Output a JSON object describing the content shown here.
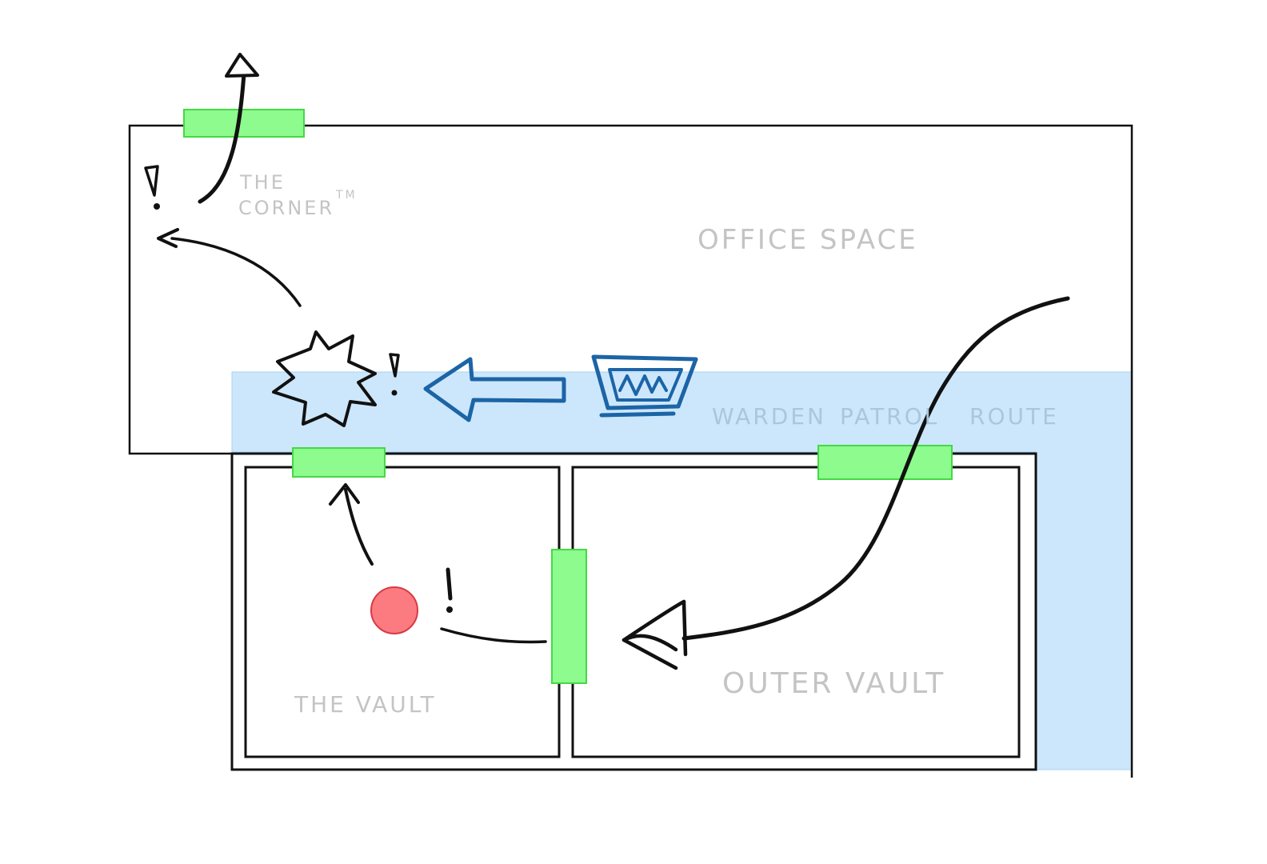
{
  "labels": {
    "office_space": "OFFICE SPACE",
    "corner_line1": "THE",
    "corner_line2": "CORNER",
    "corner_tm": "TM",
    "warden_patrol": "WARDEN",
    "warden_patrol_2": "PATROL",
    "warden_patrol_3": "ROUTE",
    "the_vault": "THE VAULT",
    "outer_vault": "OUTER VAULT"
  },
  "colors": {
    "wall": "#111111",
    "door": "#8dfb8d",
    "door_stroke": "#45d945",
    "patrol_zone": "#cce7fb",
    "patrol_zone_stroke": "#a9d2f2",
    "player": "#fb7b81",
    "player_stroke": "#d83a43",
    "warden": "#1c64a6",
    "path": "#111111"
  },
  "icons": {
    "warden": "warden-icon",
    "player": "player-marker",
    "alert": "exclamation-icon",
    "noise": "explosion-icon"
  }
}
